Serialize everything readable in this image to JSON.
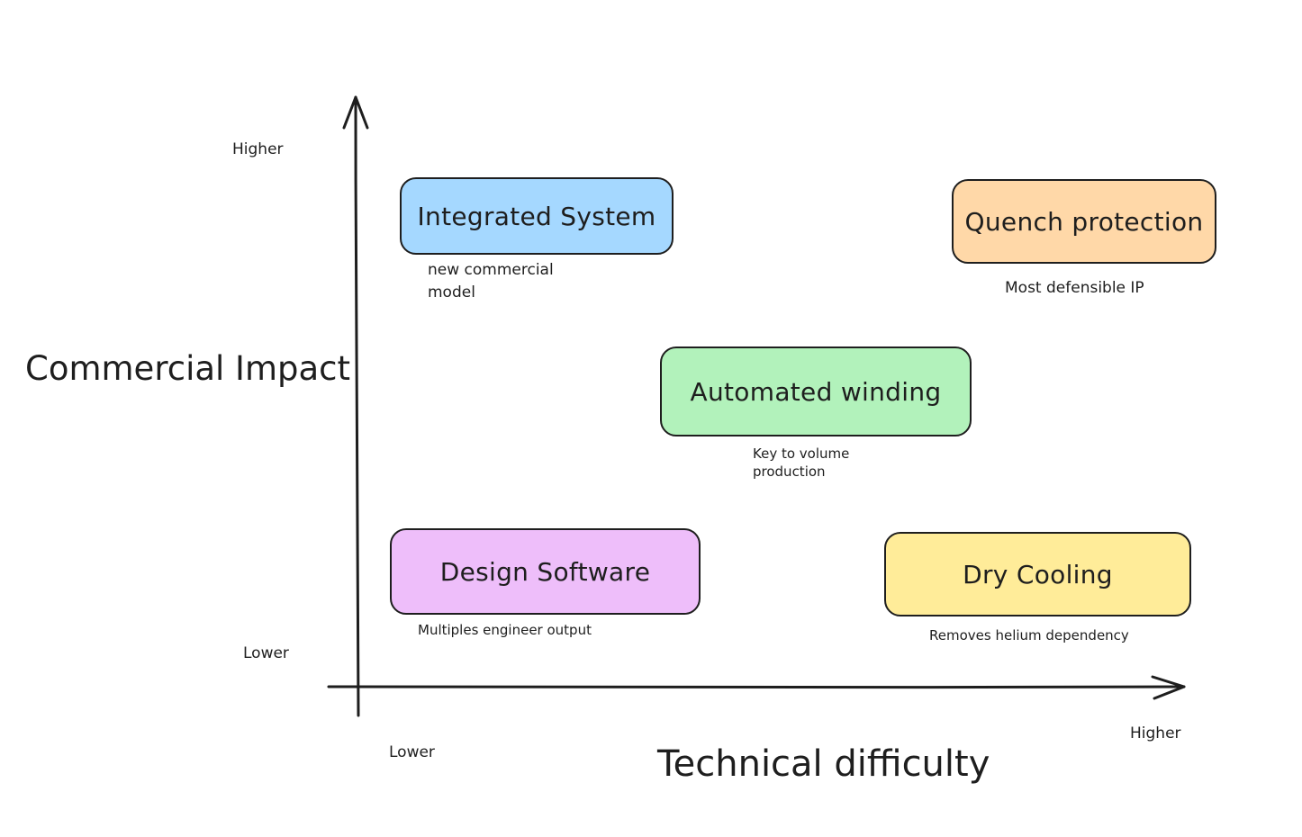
{
  "axes": {
    "y_title": "Commercial Impact",
    "x_title": "Technical difficulty",
    "y_high": "Higher",
    "y_low": "Lower",
    "x_low": "Lower",
    "x_high": "Higher"
  },
  "boxes": {
    "integrated": {
      "label": "Integrated System",
      "note_line1": "new commercial",
      "note_line2": "model",
      "color": "#a5d8ff"
    },
    "quench": {
      "label": "Quench protection",
      "note": "Most defensible IP",
      "color": "#ffd8a8"
    },
    "winding": {
      "label": "Automated winding",
      "note_line1": "Key to volume",
      "note_line2": "production",
      "color": "#b2f2bb"
    },
    "design": {
      "label": "Design Software",
      "note": "Multiples engineer output",
      "color": "#eebefa"
    },
    "cooling": {
      "label": "Dry Cooling",
      "note": "Removes helium dependency",
      "color": "#ffec99"
    }
  }
}
